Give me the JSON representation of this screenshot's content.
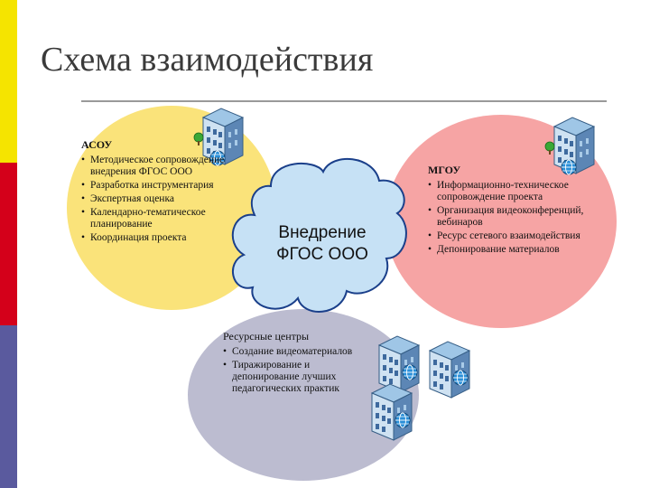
{
  "slide": {
    "title": "Схема взаимодействия",
    "colors": {
      "stripe_top": "#f5e400",
      "stripe_mid": "#d4001a",
      "stripe_bottom": "#5a5a9e",
      "yellow_circle": "#fae37a",
      "pink_circle": "#f6a4a4",
      "gray_circle": "#bcbcd0",
      "cloud": "#c6e1f5"
    }
  },
  "asou": {
    "title": "АСОУ",
    "items": [
      "Методическое сопровождение внедрения ФГОС ООО",
      "Разработка инструментария",
      "Экспертная оценка",
      "Календарно-тематическое планирование",
      "Координация проекта"
    ]
  },
  "mgou": {
    "title": "МГОУ",
    "items": [
      "Информационно-техническое сопровождение проекта",
      "Организация видеоконференций, вебинаров",
      "Ресурс сетевого взаимодействия",
      "Депонирование материалов"
    ]
  },
  "center": {
    "line1": "Внедрение",
    "line2": "ФГОС ООО"
  },
  "resources": {
    "title": "Ресурсные центры",
    "items": [
      "Создание видеоматериалов",
      "Тиражирование и депонирование лучших педагогических практик"
    ]
  },
  "icons": [
    "server-building-icon",
    "globe-icon"
  ]
}
